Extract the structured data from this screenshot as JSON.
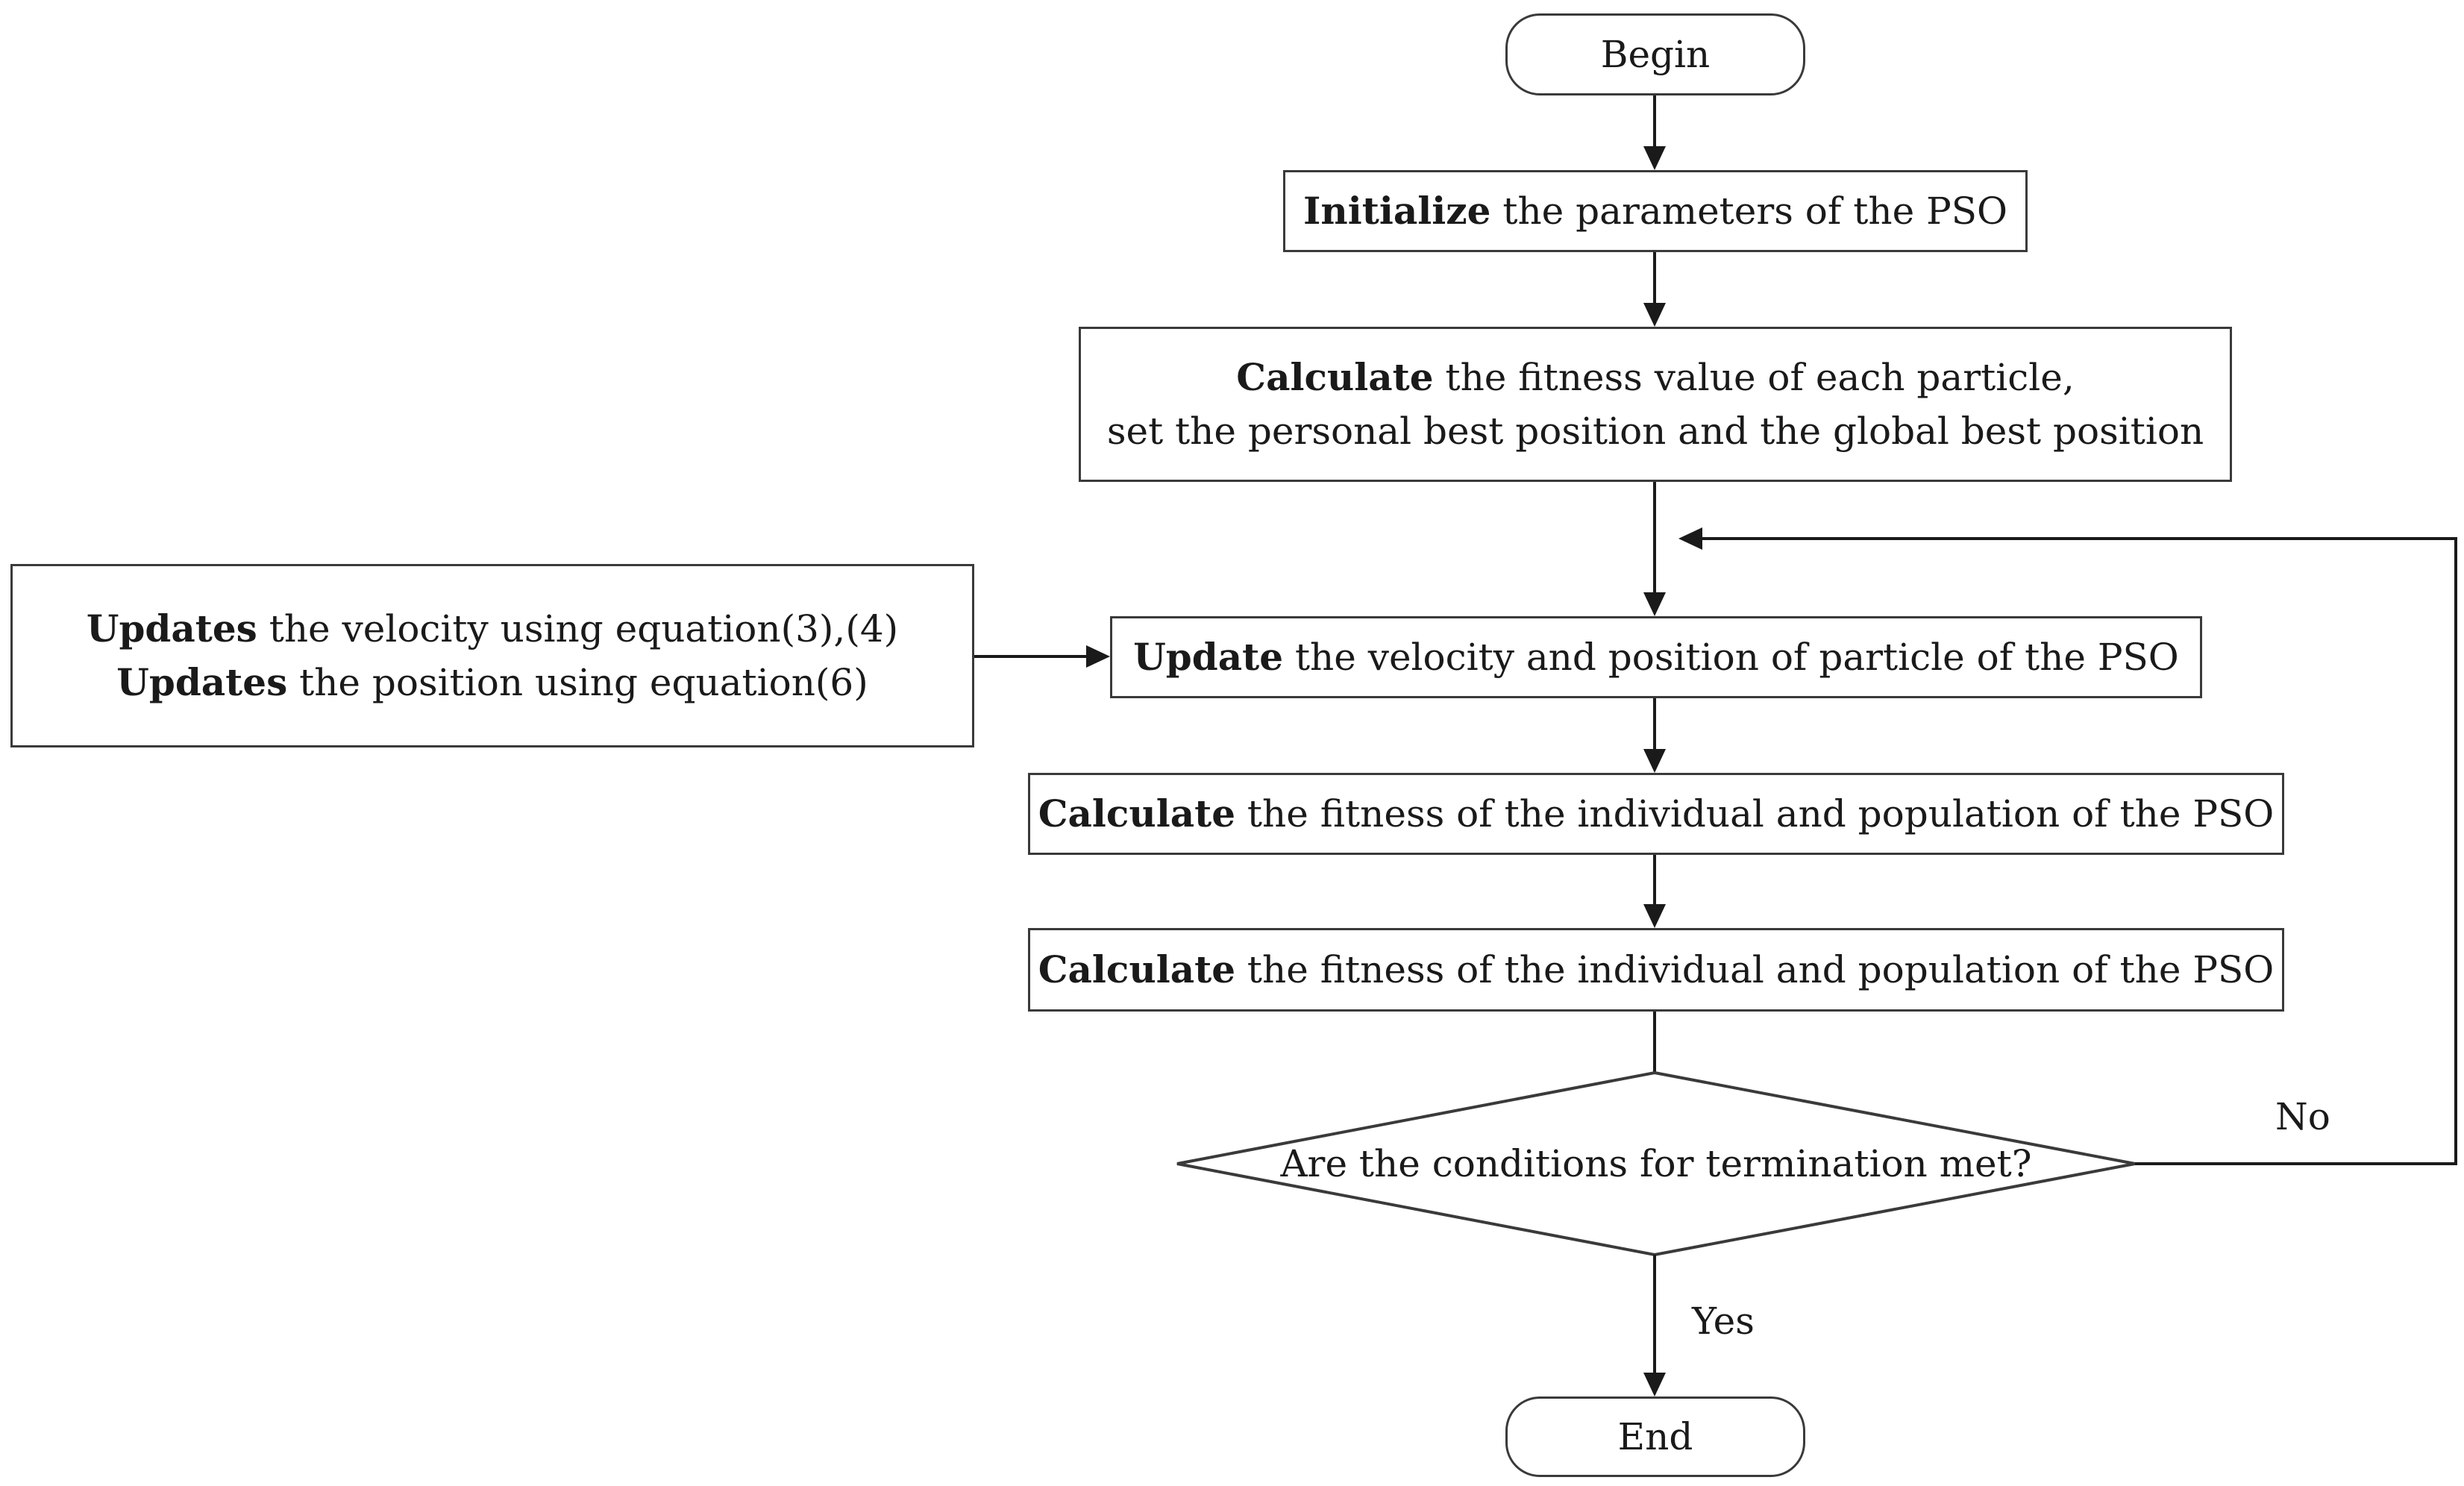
{
  "nodes": {
    "begin": {
      "text": "Begin"
    },
    "initialize": {
      "bold": "Initialize",
      "rest": " the parameters of the PSO"
    },
    "calc_fitness_value": {
      "line1_bold": "Calculate",
      "line1_rest": " the fitness value of each particle,",
      "line2": "set the personal best position and the global best position"
    },
    "updates_note": {
      "line1_bold": "Updates",
      "line1_rest": " the velocity using equation(3),(4)",
      "line2_bold": "Updates",
      "line2_rest": " the position using equation(6)"
    },
    "update_velocity": {
      "bold": "Update",
      "rest": " the velocity and position of particle of the PSO"
    },
    "calc_fitness_1": {
      "bold": "Calculate",
      "rest": " the fitness of the individual and population of the PSO"
    },
    "calc_fitness_2": {
      "bold": "Calculate",
      "rest": " the fitness of the individual and population of the PSO"
    },
    "termination_check": {
      "text": "Are the conditions for termination met?"
    },
    "end": {
      "text": "End"
    }
  },
  "edge_labels": {
    "no": "No",
    "yes": "Yes"
  },
  "colors": {
    "line": "#1a1a1a",
    "box_border": "#3a3a3a",
    "background": "#ffffff"
  }
}
